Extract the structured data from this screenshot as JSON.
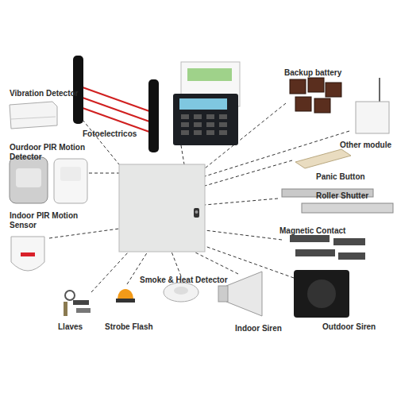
{
  "diagram": {
    "labels": [
      "Vibration Detector",
      "Fotoelectricos",
      "Backup battery",
      "Other module",
      "Ourdoor PIR Motion Detector",
      "Panic Button",
      "Roller Shutter",
      "Indoor PIR Motion Sensor",
      "Magnetic Contact",
      "Smoke & Heat Detector",
      "Llaves",
      "Strobe Flash",
      "Indoor Siren",
      "Outdoor Siren"
    ]
  }
}
